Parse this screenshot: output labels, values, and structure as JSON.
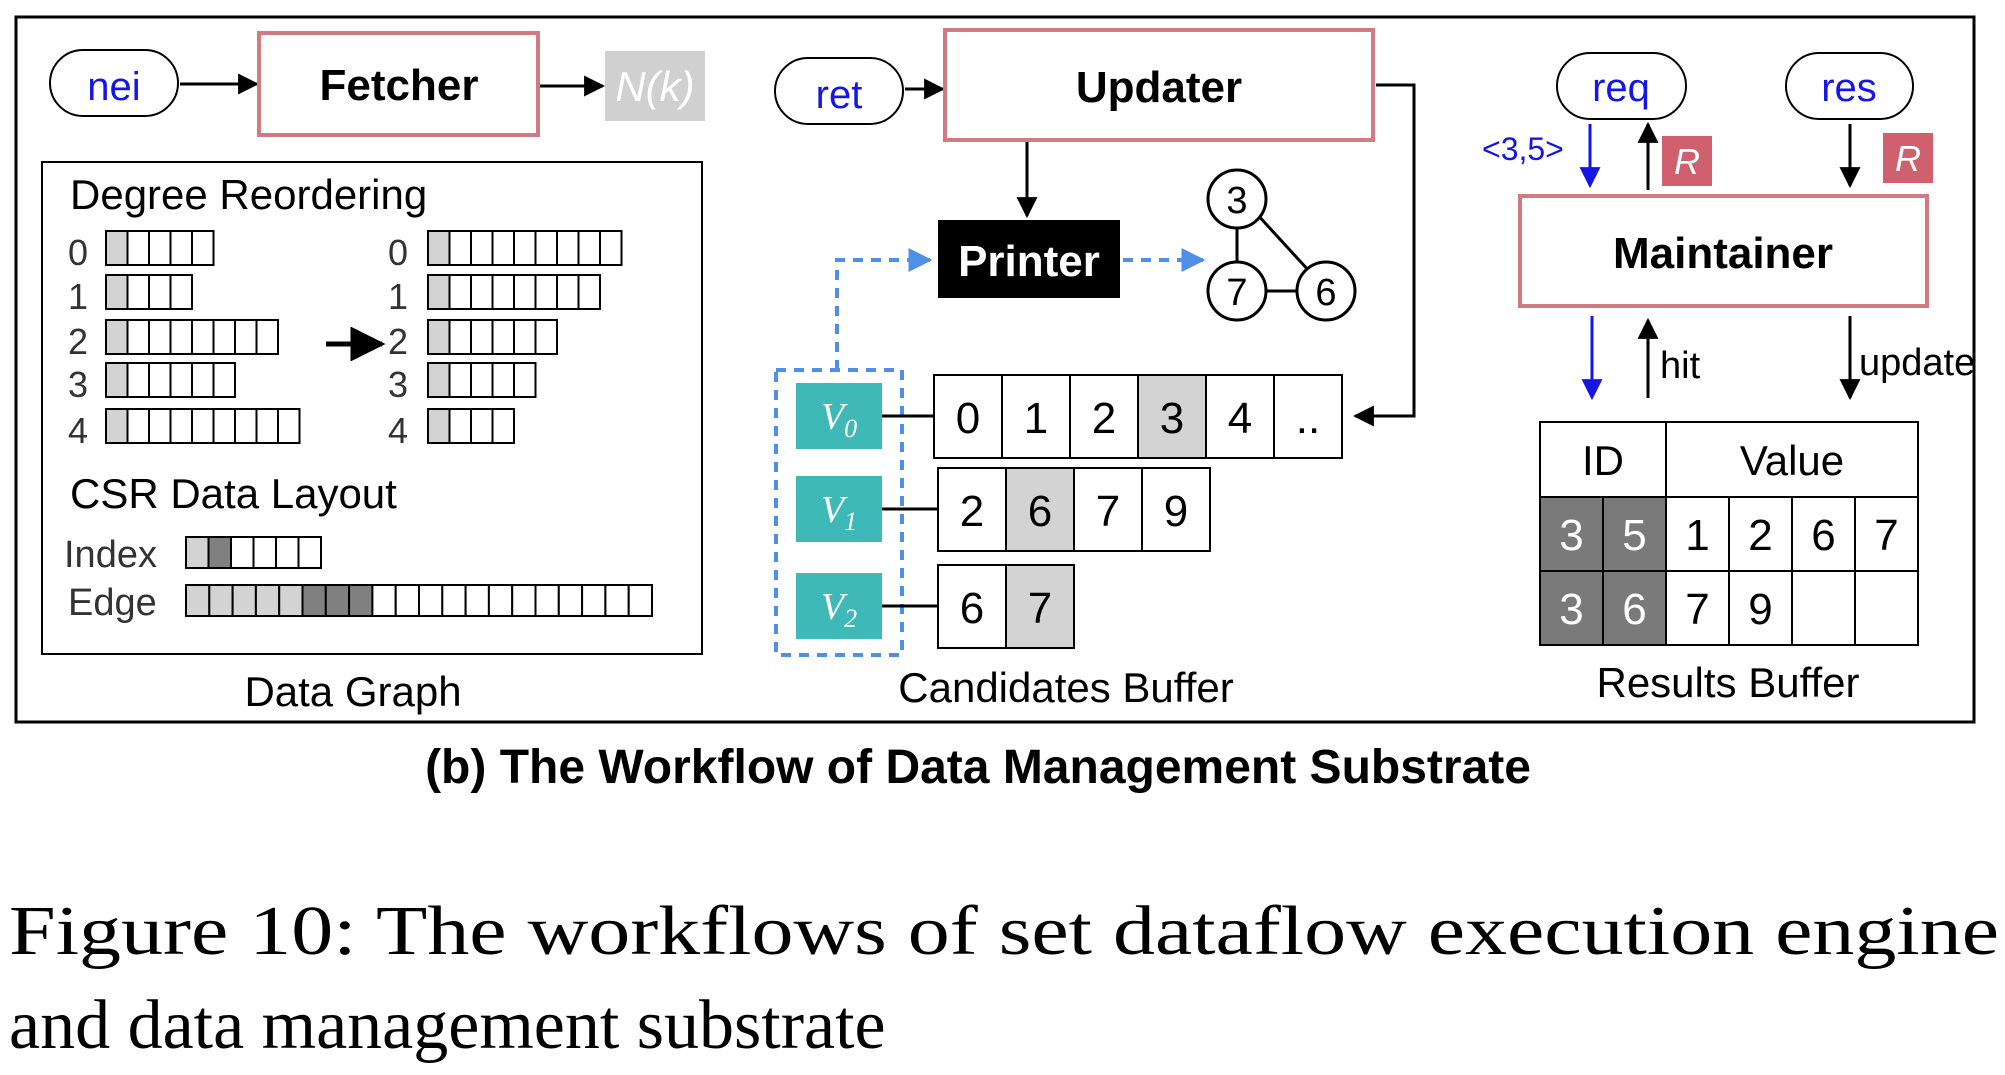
{
  "colors": {
    "module_border": "#D27A82",
    "blue_text": "#1515E6",
    "teal": "#3FB8B8",
    "dashed_blue": "#4F8FE8",
    "cell_gray": "#D3D3D3",
    "cell_dark": "#808080",
    "cell_darker": "#7A7A7A",
    "r_badge": "#D0606E",
    "nk_badge": "#D0D0D0",
    "black": "#000000"
  },
  "fetcher": {
    "input_label": "nei",
    "module_label": "Fetcher",
    "output_label": "N(k)"
  },
  "data_graph": {
    "degree_title": "Degree Reordering",
    "before": [
      {
        "label": "0",
        "cells": 5
      },
      {
        "label": "1",
        "cells": 4
      },
      {
        "label": "2",
        "cells": 8
      },
      {
        "label": "3",
        "cells": 6
      },
      {
        "label": "4",
        "cells": 9
      }
    ],
    "after": [
      {
        "label": "0",
        "cells": 9
      },
      {
        "label": "1",
        "cells": 8
      },
      {
        "label": "2",
        "cells": 6
      },
      {
        "label": "3",
        "cells": 5
      },
      {
        "label": "4",
        "cells": 4
      }
    ],
    "csr_title": "CSR Data Layout",
    "index_label": "Index",
    "edge_label": "Edge",
    "index_cells": 6,
    "edge_cells": 20,
    "caption": "Data Graph"
  },
  "updater": {
    "input_label": "ret",
    "module_label": "Updater",
    "printer_label": "Printer",
    "graph_nodes": [
      "3",
      "7",
      "6"
    ]
  },
  "candidates": {
    "rows": [
      {
        "label": "V",
        "sub": "0",
        "values": [
          "0",
          "1",
          "2",
          "3",
          "4",
          ".."
        ],
        "highlight": 3
      },
      {
        "label": "V",
        "sub": "1",
        "values": [
          "2",
          "6",
          "7",
          "9"
        ],
        "highlight": 1
      },
      {
        "label": "V",
        "sub": "2",
        "values": [
          "6",
          "7"
        ],
        "highlight": 1
      }
    ],
    "caption": "Candidates Buffer"
  },
  "maintainer": {
    "req_label": "req",
    "res_label": "res",
    "key_label": "<3,5>",
    "r_label": "R",
    "module_label": "Maintainer",
    "hit_label": "hit",
    "update_label": "update"
  },
  "results": {
    "id_header": "ID",
    "value_header": "Value",
    "rows": [
      {
        "id": [
          "3",
          "5"
        ],
        "values": [
          "1",
          "2",
          "6",
          "7"
        ]
      },
      {
        "id": [
          "3",
          "6"
        ],
        "values": [
          "7",
          "9",
          "",
          ""
        ]
      }
    ],
    "caption": "Results Buffer"
  },
  "subtitle": "(b) The Workflow of Data Management Substrate",
  "figure_caption": {
    "line1": "Figure 10: The workflows of set dataflow execution engine",
    "line2": "and data management substrate"
  }
}
